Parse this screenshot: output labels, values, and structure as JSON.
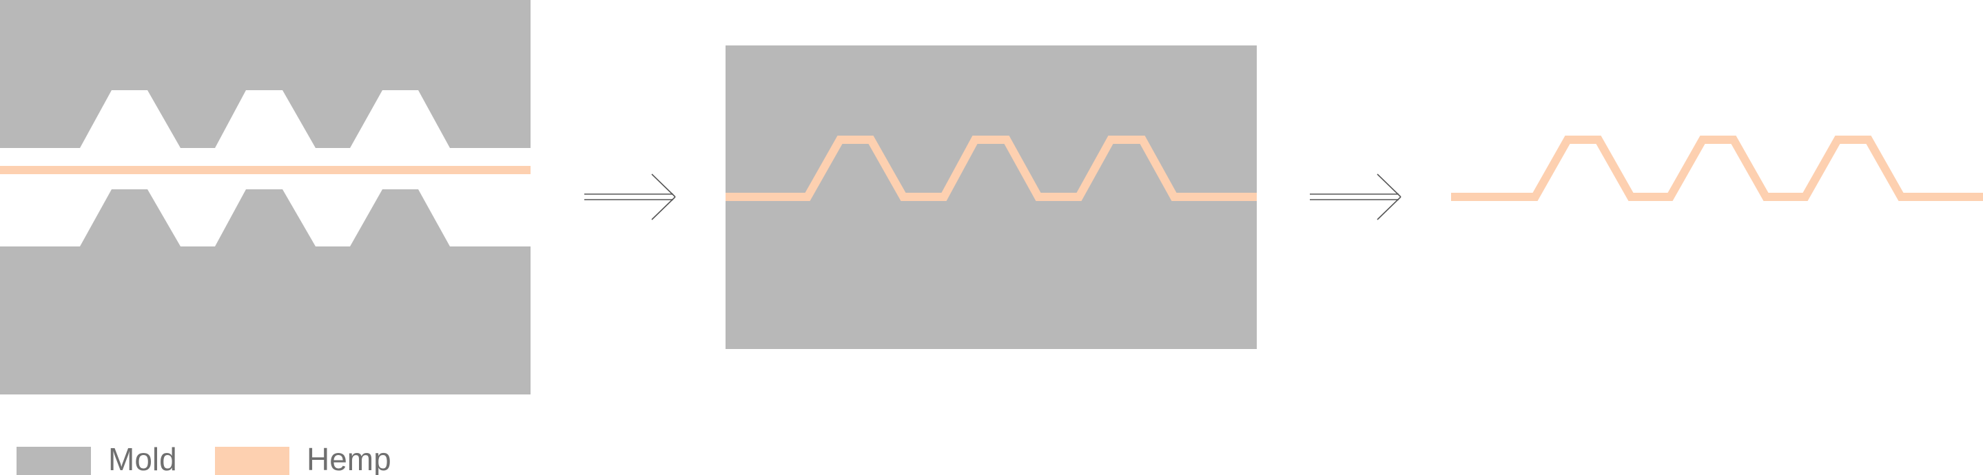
{
  "colors": {
    "mold": "#b8b8b8",
    "hemp": "#fdd0b0",
    "arrow": "#555555",
    "legend_text": "#6f6f6f",
    "background": "#ffffff"
  },
  "stages": [
    {
      "name": "separated-mold-halves-with-flat-hemp-sheet"
    },
    {
      "name": "closed-mold-pressing-hemp"
    },
    {
      "name": "formed-corrugated-hemp-part"
    }
  ],
  "corrugation_count": 3,
  "legend": {
    "items": [
      {
        "key": "mold",
        "label": "Mold"
      },
      {
        "key": "hemp",
        "label": "Hemp"
      }
    ]
  }
}
